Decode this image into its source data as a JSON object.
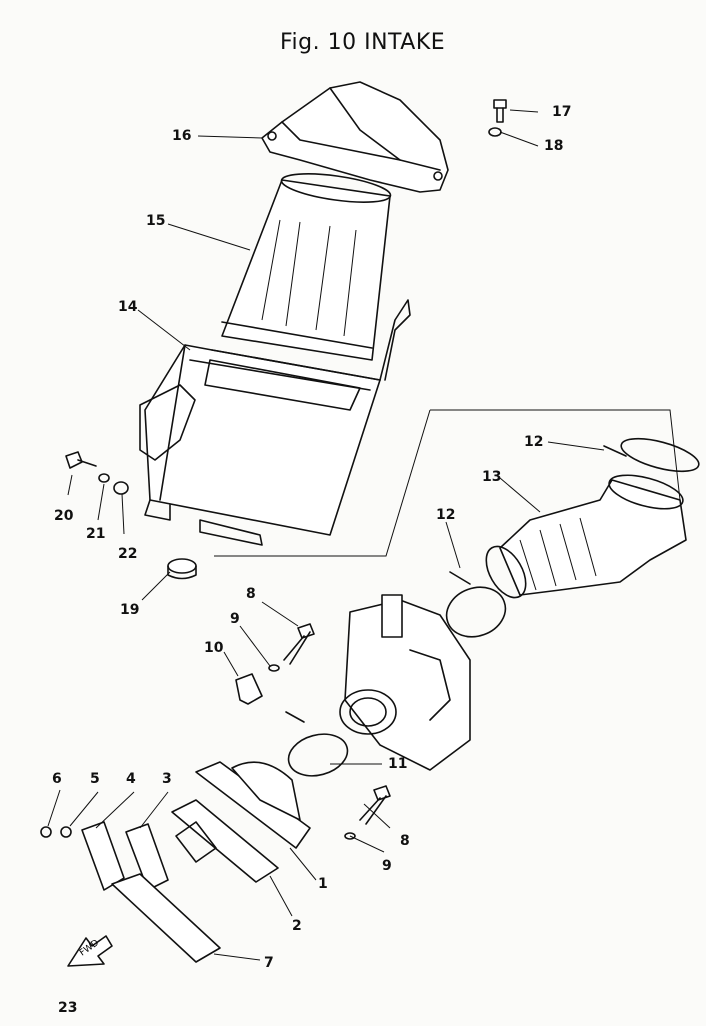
{
  "figure": {
    "title": "Fig. 10  INTAKE",
    "page_number": "23",
    "fwd_label": "FWD"
  },
  "callouts": [
    {
      "id": "c16",
      "label": "16"
    },
    {
      "id": "c17",
      "label": "17"
    },
    {
      "id": "c18",
      "label": "18"
    },
    {
      "id": "c15",
      "label": "15"
    },
    {
      "id": "c14",
      "label": "14"
    },
    {
      "id": "c12a",
      "label": "12"
    },
    {
      "id": "c13",
      "label": "13"
    },
    {
      "id": "c12b",
      "label": "12"
    },
    {
      "id": "c20",
      "label": "20"
    },
    {
      "id": "c21",
      "label": "21"
    },
    {
      "id": "c22",
      "label": "22"
    },
    {
      "id": "c19",
      "label": "19"
    },
    {
      "id": "c8a",
      "label": "8"
    },
    {
      "id": "c9a",
      "label": "9"
    },
    {
      "id": "c10",
      "label": "10"
    },
    {
      "id": "c11",
      "label": "11"
    },
    {
      "id": "c6",
      "label": "6"
    },
    {
      "id": "c5",
      "label": "5"
    },
    {
      "id": "c4",
      "label": "4"
    },
    {
      "id": "c3",
      "label": "3"
    },
    {
      "id": "c8b",
      "label": "8"
    },
    {
      "id": "c9b",
      "label": "9"
    },
    {
      "id": "c1",
      "label": "1"
    },
    {
      "id": "c2",
      "label": "2"
    },
    {
      "id": "c7",
      "label": "7"
    }
  ]
}
